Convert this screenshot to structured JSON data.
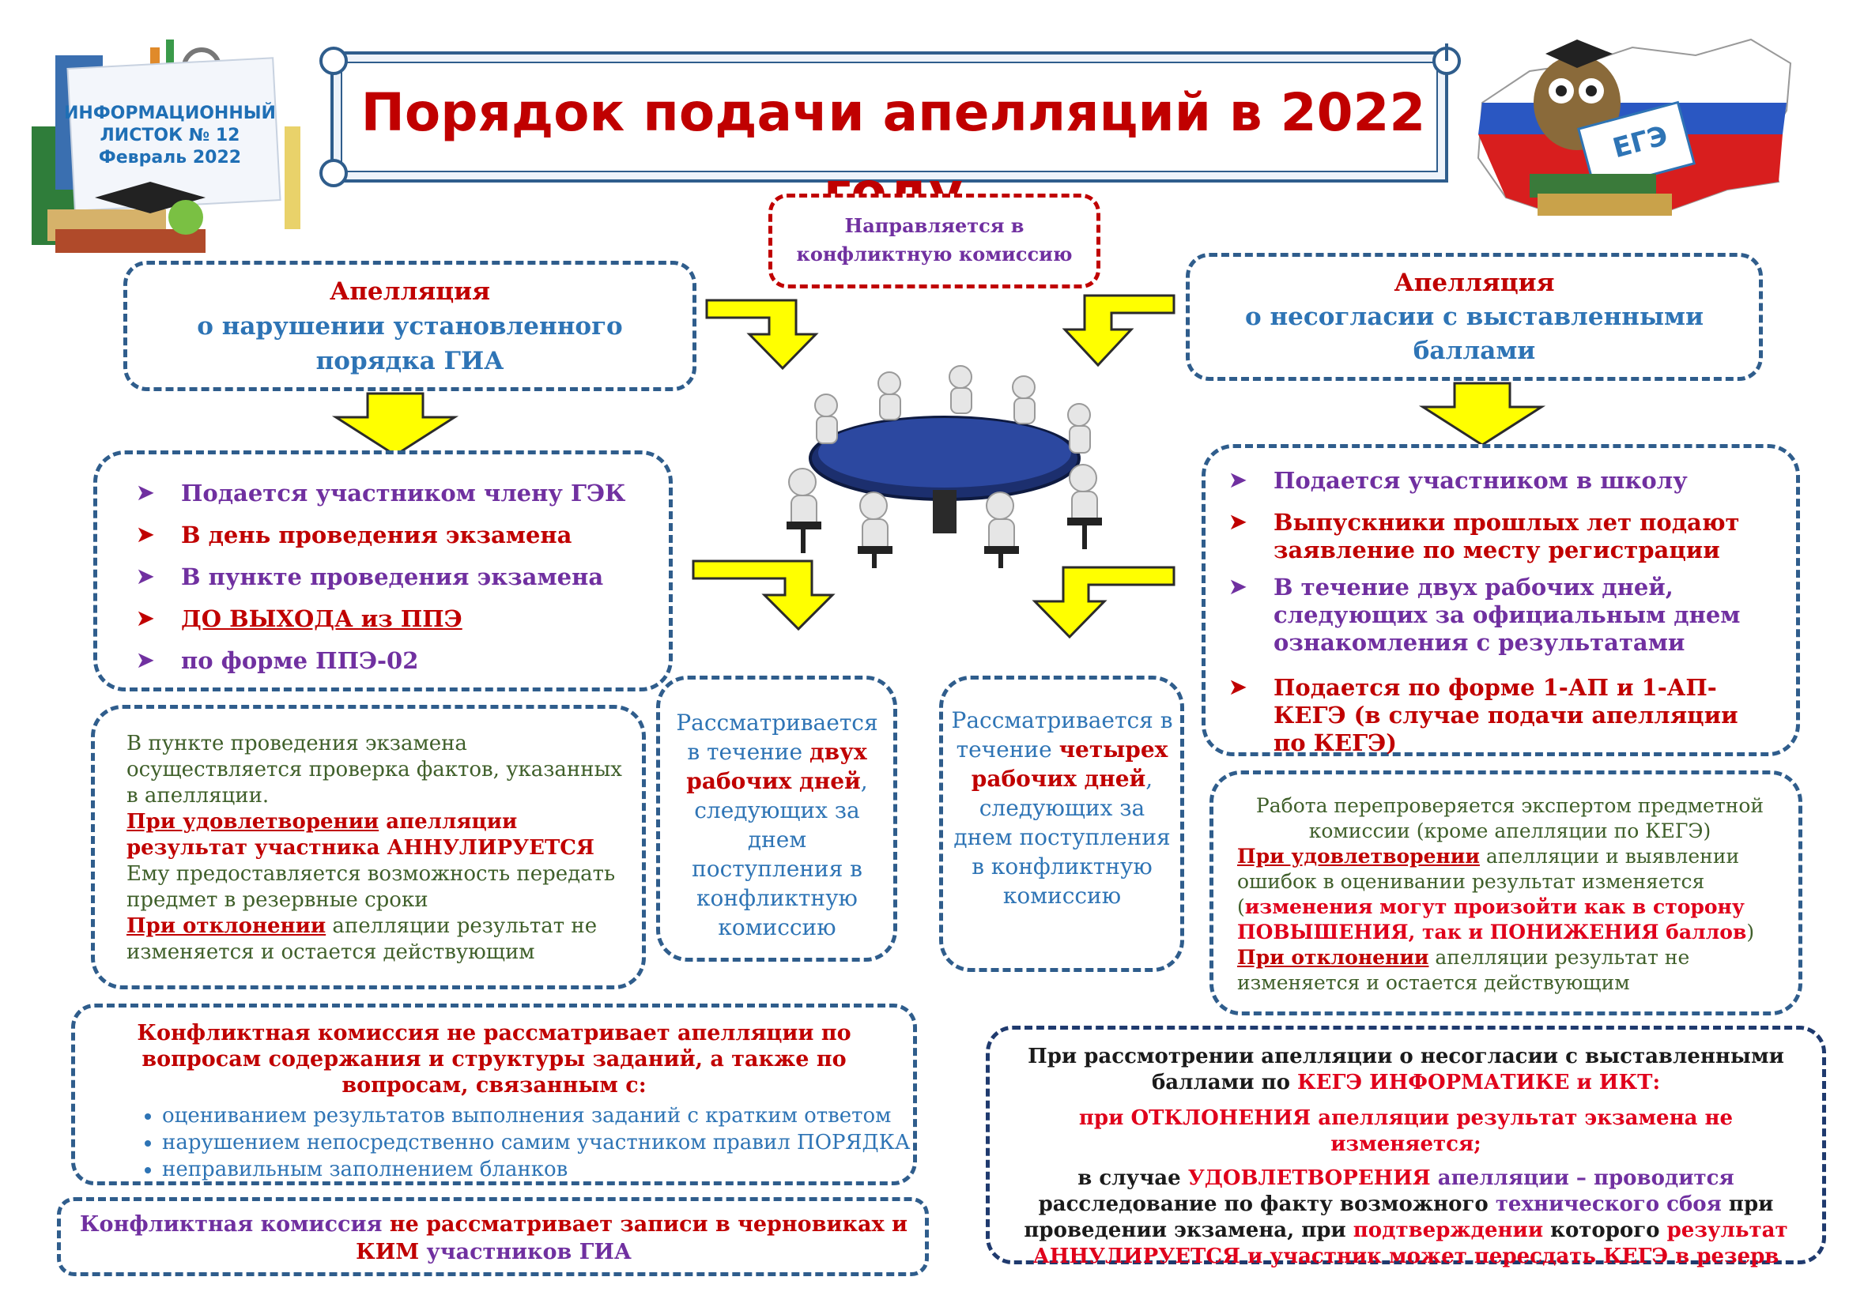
{
  "badge": {
    "line1": "ИНФОРМАЦИОННЫЙ",
    "line2": "ЛИСТОК № 12",
    "line3": "Февраль 2022"
  },
  "title": "Порядок подачи апелляций в 2022 году",
  "ege_label": "ЕГЭ",
  "center_top": "Направляется в конфликтную комиссию",
  "left_header": {
    "line1": "Апелляция",
    "line2": "о нарушении установленного",
    "line3": "порядка ГИА"
  },
  "right_header": {
    "line1": "Апелляция",
    "line2": "о несогласии с выставленными",
    "line3": "баллами"
  },
  "left_list": [
    "Подается участником члену ГЭК",
    "В день проведения экзамена",
    "В пункте проведения экзамена",
    "ДО ВЫХОДА из ППЭ",
    "по форме ППЭ-02"
  ],
  "right_list": [
    "Подается участником в школу",
    "Выпускники прошлых лет подают заявление по месту регистрации",
    "В течение двух рабочих дней, следующих за официальным днем ознакомления с результатами",
    "Подается по форме 1-АП и 1-АП-КЕГЭ (в случае подачи апелляции по КЕГЭ)"
  ],
  "left_result": {
    "p1": "В пункте проведения экзамена осуществляется проверка фактов, указанных в апелляции.",
    "p2a": "При удовлетворении",
    "p2b": " апелляции результат участника АННУЛИРУЕТСЯ",
    "p3": "Ему предоставляется возможность передать предмет в резервные сроки",
    "p4a": "При отклонении",
    "p4b": " апелляции результат не изменяется и остается действующим"
  },
  "mid_left": {
    "a": "Рассматривается в течение",
    "b": "двух рабочих дней",
    "c": ", следующих за днем поступления в конфликтную комиссию"
  },
  "mid_right": {
    "a": "Рассматривается в течение",
    "b": "четырех рабочих дней",
    "c": ", следующих за днем поступления в конфликтную комиссию"
  },
  "right_result": {
    "p1": "Работа перепроверяется экспертом предметной комиссии (кроме апелляции по КЕГЭ)",
    "p2a": "При удовлетворении",
    "p2b": " апелляции и выявлении ошибок в оценивании результат изменяется",
    "p3open": "(",
    "p3": "изменения могут произойти как в сторону ПОВЫШЕНИЯ, так и ПОНИЖЕНИЯ баллов",
    "p3close": ")",
    "p4a": "При отклонении",
    "p4b": " апелляции результат не изменяется и остается действующим"
  },
  "bottom_left": {
    "heading": "Конфликтная комиссия не рассматривает апелляции по вопросам содержания и структуры заданий, а также по вопросам, связанным с:",
    "items": [
      "оцениванием результатов выполнения заданий с кратким ответом",
      "нарушением непосредственно самим участником правил ПОРЯДКА",
      "неправильным заполнением бланков"
    ]
  },
  "bottom_left2": {
    "a": "Конфликтная комиссия",
    "b": " не рассматривает записи в черновиках и ",
    "c": "КИМ",
    "d": " участников ГИА"
  },
  "bottom_right": {
    "l1": "При рассмотрении апелляции о несогласии с выставленными",
    "l2a": "баллами по ",
    "l2b": "КЕГЭ ИНФОРМАТИКЕ и ИКТ:",
    "l3a": "при ",
    "l3b": "ОТКЛОНЕНИЯ",
    "l3c": " апелляции результат экзамена не изменяется;",
    "l4a": "в случае ",
    "l4b": "УДОВЛЕТВОРЕНИЯ",
    "l4c": " апелляции – проводится",
    "l5a": "расследование по факту возможного ",
    "l5b": "технического сбоя",
    "l5c": " при",
    "l6a": "проведении экзамена, при ",
    "l6b": "подтверждении",
    "l6c": " которого ",
    "l6d": "результат",
    "l7a": "АННУЛИРУЕТСЯ",
    "l7b": " и участник может пересдать КЕГЭ в резерв"
  },
  "colors": {
    "dark_red": "#c00000",
    "bright_red": "#e0001b",
    "purple": "#7030a0",
    "blue": "#2e74b5",
    "border": "#2f5d8c",
    "arrow": "#ffff00"
  }
}
